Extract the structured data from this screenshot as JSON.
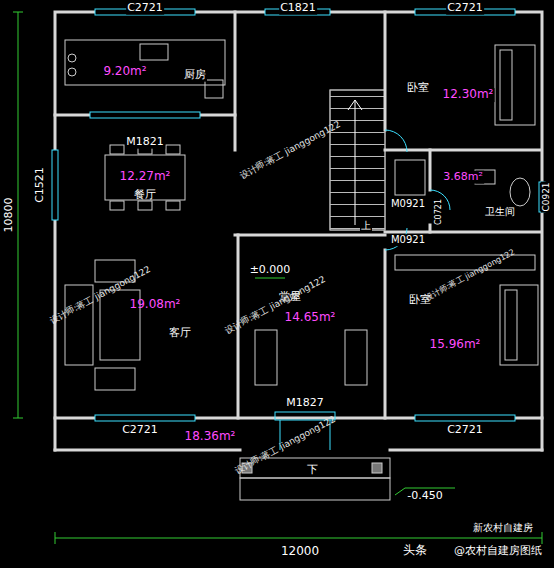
{
  "diagram": {
    "labels": [
      "C2721",
      "C1821",
      "C2721",
      "C1521",
      "10800",
      "C0921",
      "9.20m²",
      "厨房",
      "M1821",
      "12.27m²",
      "餐厅",
      "19.08m²",
      "客厅",
      "±0.000",
      "堂屋",
      "14.65m²",
      "M1827",
      "18.36m²",
      "C2721",
      "C2721",
      "下",
      "-0.450",
      "12000",
      "上",
      "卧室",
      "12.30m²",
      "M0921",
      "3.68m²",
      "卫生间",
      "M0921",
      "C0721",
      "卧室",
      "15.96m²",
      "设计师:蒋工 jianggong122",
      "设计师:蒋工 jianggong122",
      "设计师:蒋工 jianggong122",
      "设计师:蒋工 jianggong122",
      "设计师:蒋工 jianggong122",
      "新农村自建房",
      "头条",
      "@农村自建房图纸"
    ]
  }
}
